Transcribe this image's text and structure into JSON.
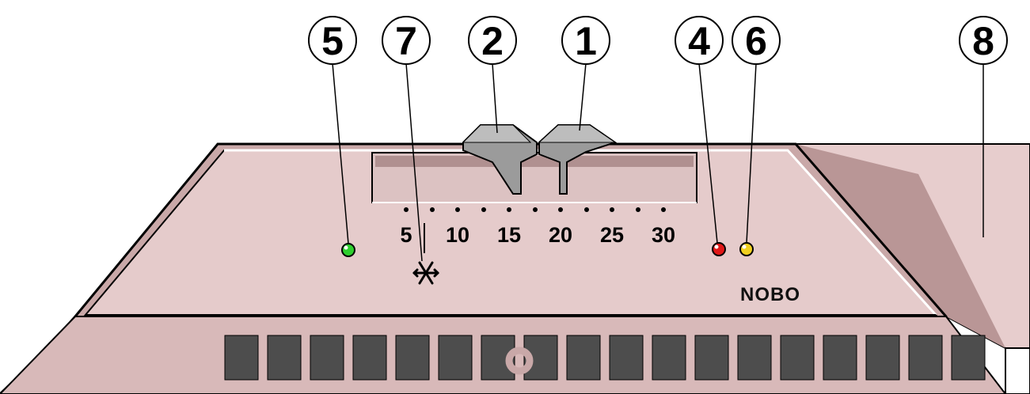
{
  "callouts": [
    {
      "id": "5",
      "label": "5"
    },
    {
      "id": "7",
      "label": "7"
    },
    {
      "id": "2",
      "label": "2"
    },
    {
      "id": "1",
      "label": "1"
    },
    {
      "id": "4",
      "label": "4"
    },
    {
      "id": "6",
      "label": "6"
    },
    {
      "id": "8",
      "label": "8"
    }
  ],
  "scale": {
    "labels": [
      "5",
      "10",
      "15",
      "20",
      "25",
      "30"
    ]
  },
  "brand": "NOBO",
  "frost_icon": "snowflake-icon",
  "indicators": [
    {
      "name": "green-indicator-light",
      "color": "#2fcf2f"
    },
    {
      "name": "red-indicator-light",
      "color": "#e01818"
    },
    {
      "name": "yellow-indicator-light",
      "color": "#f0d020"
    }
  ],
  "colors": {
    "panel": "#e5cbcb",
    "body": "#c9a8a8",
    "body_dark": "#b59393",
    "grille_slot": "#4d4d4d"
  }
}
